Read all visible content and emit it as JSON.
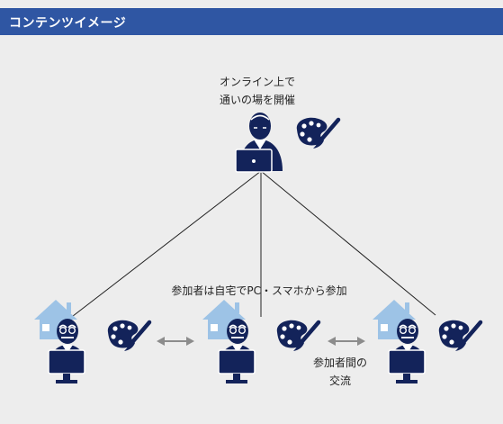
{
  "header": {
    "title": "コンテンツイメージ"
  },
  "labels": {
    "host_line1": "オンライン上で",
    "host_line2": "通いの場を開催",
    "participants": "参加者は自宅でPC・スマホから参加",
    "exchange_line1": "参加者間の",
    "exchange_line2": "交流"
  },
  "colors": {
    "header_bg": "#2f56a3",
    "navy": "#13235a",
    "house": "#9dc3e6",
    "arrow": "#8c8c8c"
  },
  "icons": [
    "person-laptop-icon",
    "palette-icon",
    "house-icon",
    "person-computer-icon",
    "double-arrow-icon"
  ]
}
